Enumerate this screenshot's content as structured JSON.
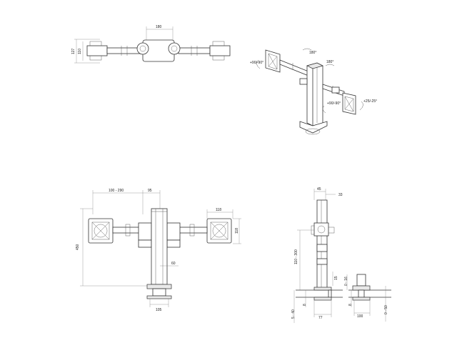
{
  "top_view": {
    "dim_width": "180",
    "dim_outer": "127",
    "dim_inner": "110"
  },
  "iso_view": {
    "rot_left": "+90/-90°",
    "rot_top": "180°",
    "rot_mid": "180°",
    "rot_right_arm": "+90/-90°",
    "tilt_right": "+25/-25°"
  },
  "front_view": {
    "dim_arm_range": "100 - 290",
    "dim_offset": "95",
    "dim_vesa_w": "118",
    "dim_vesa_h": "118",
    "dim_height": "450",
    "dim_post": "60",
    "dim_base": "105"
  },
  "side_view": {
    "dim_top": "45",
    "dim_depth": "33",
    "dim_height_range": "110 - 300",
    "dim_clamp": "77",
    "dim_desk": "5 - 40",
    "dim_bolt_a": "8",
    "dim_small": "15",
    "dim_bolt_w": "100",
    "dim_bolt_h": "0 - 50",
    "dim_bolt_b": "8",
    "dim_grommet": "0 - 16"
  }
}
